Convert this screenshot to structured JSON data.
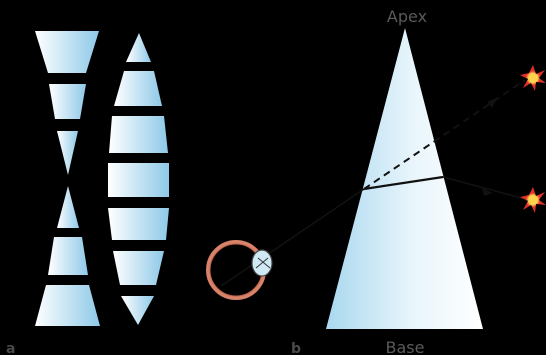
{
  "labels": {
    "apex": "Apex",
    "base": "Base",
    "panel_a": "a",
    "panel_b": "b"
  },
  "colors": {
    "background": "#000000",
    "prism_fill_light": "#ffffff",
    "prism_fill_blue": "#8ec9e8",
    "eye_outline": "#d9826a",
    "ray": "#000000",
    "star_red": "#e0302a",
    "star_yellow": "#ffd34d"
  },
  "icons": {
    "eye": "eye-icon",
    "object_star": "star-burst-icon"
  }
}
